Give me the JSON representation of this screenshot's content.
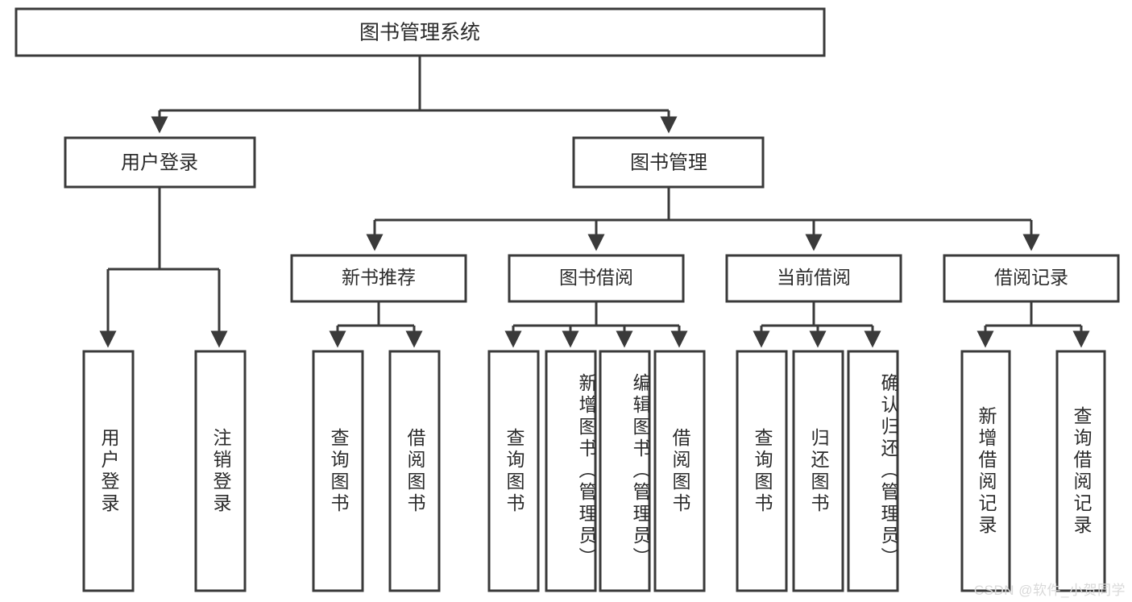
{
  "diagram": {
    "type": "tree",
    "title": "图书管理系统",
    "root": {
      "label": "图书管理系统"
    },
    "level1": [
      {
        "label": "用户登录"
      },
      {
        "label": "图书管理"
      }
    ],
    "level2": [
      {
        "label": "新书推荐",
        "parent": "图书管理"
      },
      {
        "label": "图书借阅",
        "parent": "图书管理"
      },
      {
        "label": "当前借阅",
        "parent": "图书管理"
      },
      {
        "label": "借阅记录",
        "parent": "图书管理"
      }
    ],
    "leaves": {
      "user_login": [
        {
          "label": "用户登录"
        },
        {
          "label": "注销登录"
        }
      ],
      "new_book": [
        {
          "label": "查询图书"
        },
        {
          "label": "借阅图书"
        }
      ],
      "book_borrow": [
        {
          "label": "查询图书"
        },
        {
          "label": "新增图书（管理员）"
        },
        {
          "label": "编辑图书（管理员）"
        },
        {
          "label": "借阅图书"
        }
      ],
      "current_borrow": [
        {
          "label": "查询图书"
        },
        {
          "label": "归还图书"
        },
        {
          "label": "确认归还（管理员）"
        }
      ],
      "borrow_record": [
        {
          "label": "新增借阅记录"
        },
        {
          "label": "查询借阅记录"
        }
      ]
    }
  },
  "watermark": {
    "text": "CSDN @软件_小贺同学"
  },
  "colors": {
    "stroke": "#3a3a3a",
    "box_fill": "#ffffff",
    "text": "#2b2b2b",
    "background": "#ffffff",
    "watermark": "#d9d9d9"
  }
}
